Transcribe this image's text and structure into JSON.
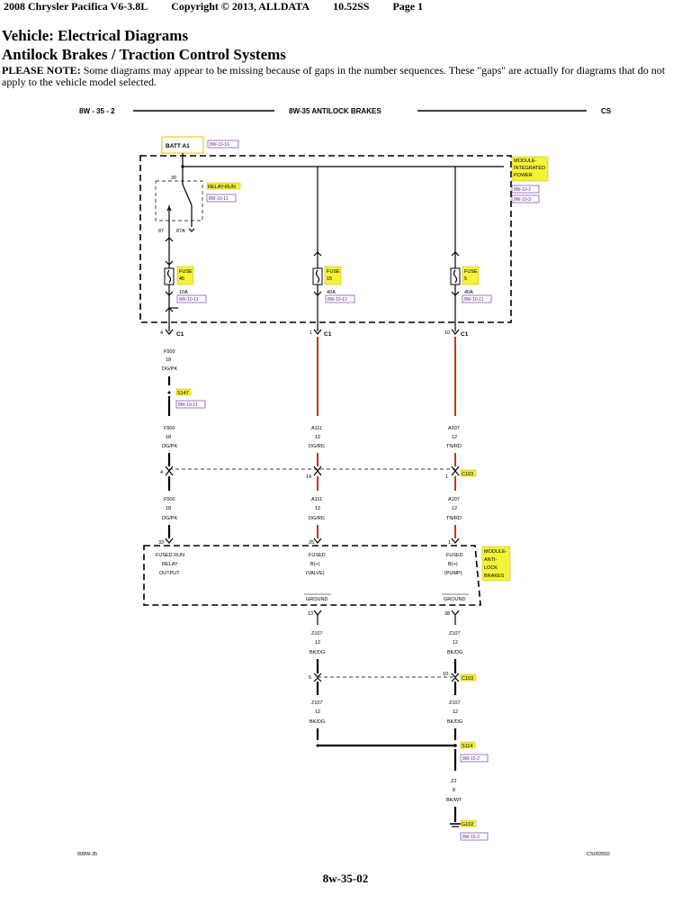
{
  "header": {
    "vehicle_line": "2008 Chrysler Pacifica V6-3.8L",
    "copyright": "Copyright © 2013, ALLDATA",
    "version": "10.52SS",
    "page": "Page 1"
  },
  "title": "Vehicle: Electrical Diagrams",
  "subtitle": "Antilock Brakes / Traction Control Systems",
  "note": {
    "label": "PLEASE NOTE:",
    "text": " Some diagrams may appear to be missing because of gaps in the number sequences.  These \"gaps\" are actually for diagrams that do not apply to the vehicle model selected."
  },
  "diagram": {
    "page_left": "8W - 35 - 2",
    "page_title": "8W-35 ANTILOCK BRAKES",
    "page_right": "CS",
    "batt": "BATT A1",
    "batt_ref": "8W-10-16",
    "relay_label": "RELAY-RUN",
    "relay_ref": "8W-10-11",
    "relay_pins": [
      "30",
      "87",
      "87A"
    ],
    "tipm": [
      "MODULE-",
      "INTEGRATED",
      "POWER"
    ],
    "tipm_refs": [
      "8W-10-2",
      "8W-10-3"
    ],
    "fuses": [
      {
        "name": "FUSE",
        "num": "45",
        "amp": "10A",
        "ref": "8W-10-11"
      },
      {
        "name": "FUSE",
        "num": "15",
        "amp": "40A",
        "ref": "8W-10-12"
      },
      {
        "name": "FUSE",
        "num": "5",
        "amp": "40A",
        "ref": "8W-10-11"
      }
    ],
    "c1_pins": [
      "4",
      "1",
      "10"
    ],
    "c1_label": "C1",
    "wire1_top": [
      "F500",
      "18",
      "DG/PK"
    ],
    "splice1": "S147",
    "splice1_ref": "8W-10-11",
    "wires_mid": [
      [
        "F500",
        "18",
        "DG/PK"
      ],
      [
        "A111",
        "12",
        "DG/RD"
      ],
      [
        "A107",
        "12",
        "TN/RD"
      ]
    ],
    "c103_pins": [
      "4",
      "14",
      "1"
    ],
    "c103_label": "C103",
    "wires_low": [
      [
        "F500",
        "18",
        "DG/PK"
      ],
      [
        "A111",
        "12",
        "DG/RD"
      ],
      [
        "A107",
        "12",
        "TN/RD"
      ]
    ],
    "abs_pins": [
      "33",
      "25",
      "1"
    ],
    "abs_labels": [
      [
        "FUSED RUN",
        "RELAY",
        "OUTPUT"
      ],
      [
        "FUSED",
        "B(+)",
        "(VALVE)"
      ],
      [
        "FUSED",
        "B(+)",
        "(PUMP)"
      ]
    ],
    "abs_module": [
      "MODULE-",
      "ANTI-",
      "LOCK",
      "BRAKES"
    ],
    "ground_label": "GROUND",
    "ground_pins": [
      "13",
      "38"
    ],
    "gnd_wires_a": [
      [
        "Z107",
        "12",
        "BK/DG"
      ],
      [
        "Z107",
        "12",
        "BK/DG"
      ]
    ],
    "c103b_pins": [
      "5",
      "10"
    ],
    "c103b_label": "C103",
    "gnd_wires_b": [
      [
        "Z107",
        "12",
        "BK/DG"
      ],
      [
        "Z107",
        "12",
        "BK/DG"
      ]
    ],
    "splice2": "S114",
    "splice2_ref": "8W-15-2",
    "z2_wire": [
      "Z2",
      "8",
      "BK/WT"
    ],
    "ground_pt": "G102",
    "ground_pt_ref": "8W-15-2",
    "code_left": "008W-35",
    "code_right": "CS003502"
  },
  "footer": "8w-35-02",
  "colors": {
    "hot_wire": "#c0391b",
    "highlight": "#f4f23a",
    "ref_border": "#7a3fb0"
  }
}
